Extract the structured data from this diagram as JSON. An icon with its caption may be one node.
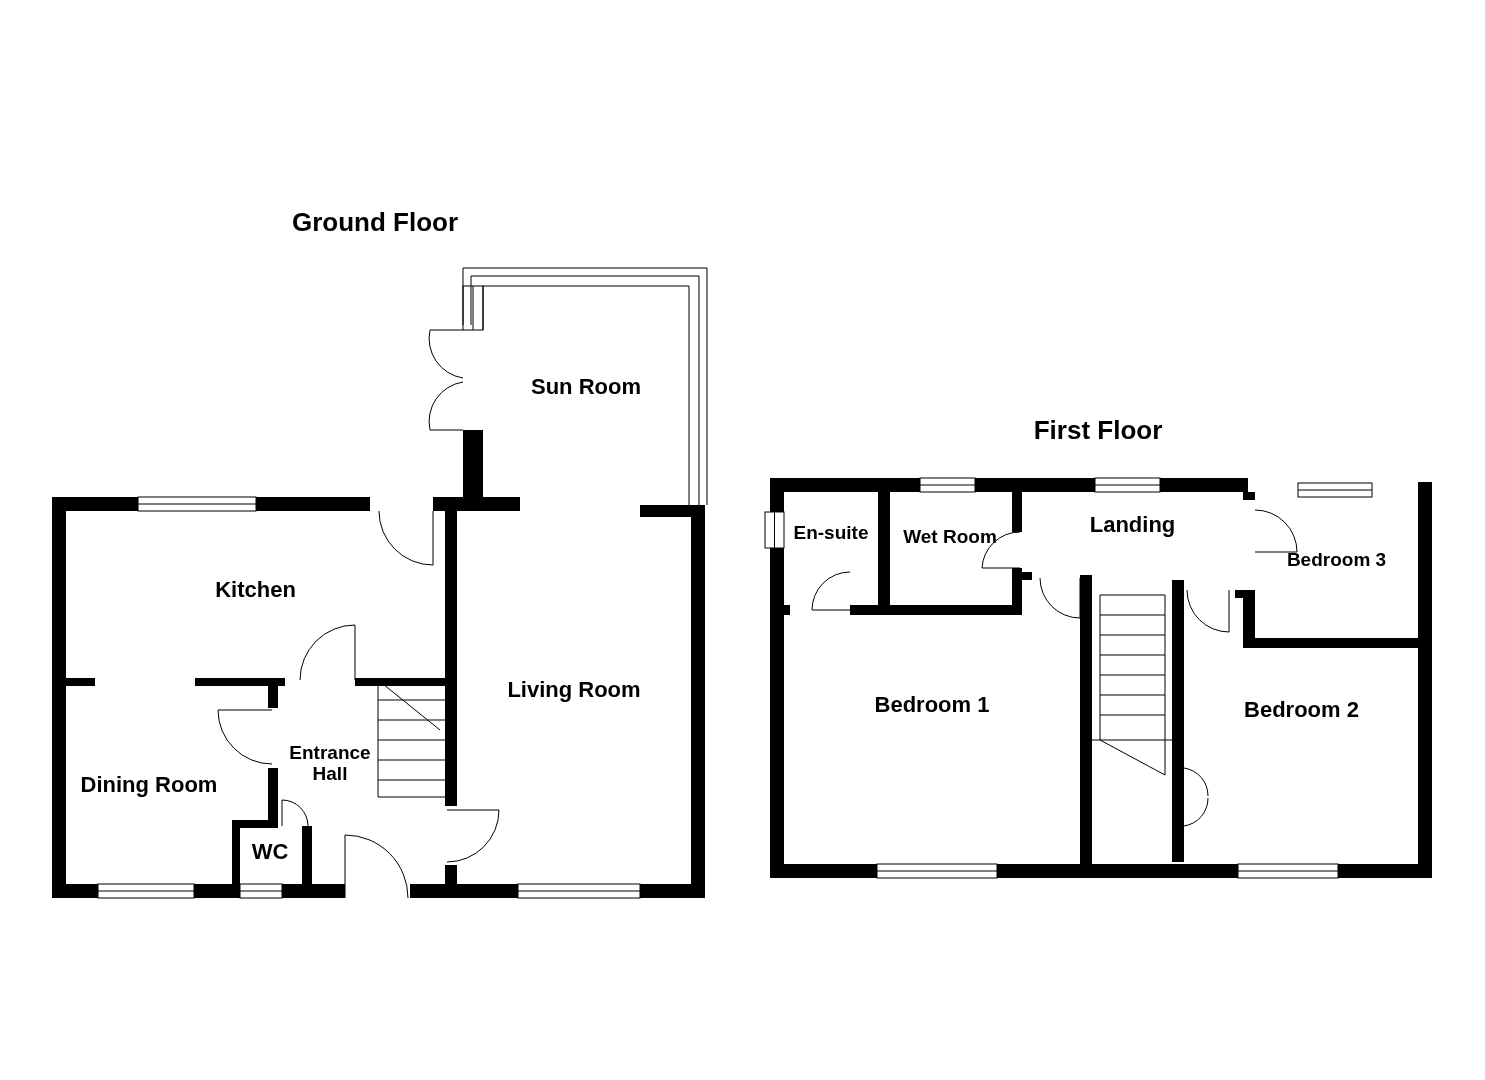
{
  "diagram": {
    "nodes": [
      {
        "text": [
          "Ground Floor"
        ]
      },
      {
        "text": [
          "Sun Room"
        ],
        "in": 0
      },
      {
        "text": [
          "Kitchen"
        ],
        "in": 0
      },
      {
        "text": [
          "Living Room"
        ],
        "in": 0
      },
      {
        "text": [
          "Dining Room"
        ],
        "in": 0
      },
      {
        "text": [
          "Entrance Hall"
        ],
        "in": 0
      },
      {
        "text": [
          "WC"
        ],
        "in": 0
      },
      {
        "text": [
          "First Floor"
        ]
      },
      {
        "text": [
          "En-suite"
        ],
        "in": 7
      },
      {
        "text": [
          "Wet Room"
        ],
        "in": 7
      },
      {
        "text": [
          "Landing"
        ],
        "in": 7
      },
      {
        "text": [
          "Bedroom 3"
        ],
        "in": 7
      },
      {
        "text": [
          "Bedroom 1"
        ],
        "in": 7
      },
      {
        "text": [
          "Bedroom 2"
        ],
        "in": 7
      }
    ]
  }
}
